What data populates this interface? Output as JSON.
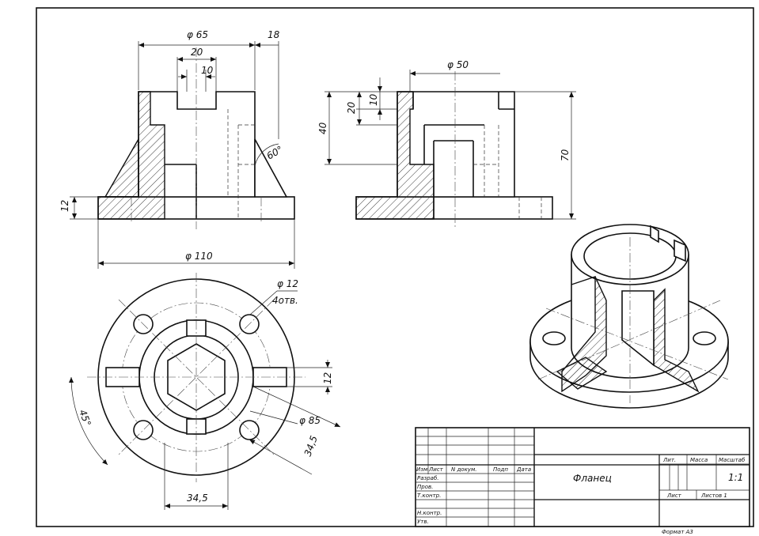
{
  "dimensions": {
    "front_d65": "φ 65",
    "front_18": "18",
    "front_20": "20",
    "front_10": "10",
    "front_angle": "60°",
    "front_12": "12",
    "front_d110": "φ 110",
    "side_d50": "φ 50",
    "side_10": "10",
    "side_20": "20",
    "side_40": "40",
    "side_70": "70",
    "plan_d12": "φ 12",
    "plan_4holes": "4отв.",
    "plan_12": "12",
    "plan_45": "45°",
    "plan_d85": "φ 85",
    "plan_34_5_diag": "34,5",
    "plan_34_5_bottom": "34,5"
  },
  "title_block": {
    "col_izm": "Изм",
    "col_list": "Лист",
    "col_ndokum": "N докум.",
    "col_podp": "Подп",
    "col_data": "Дата",
    "row_razrab": "Разраб.",
    "row_prov": "Пров.",
    "row_tkontr": "Т.контр.",
    "row_nkontr": "Н.контр.",
    "row_utv": "Утв.",
    "part_name": "Фланец",
    "lit": "Лит.",
    "massa": "Масса",
    "masshtab": "Масштаб",
    "scale_value": "1:1",
    "sheet": "Лист",
    "sheets": "Листов 1",
    "format": "Формат А3"
  }
}
